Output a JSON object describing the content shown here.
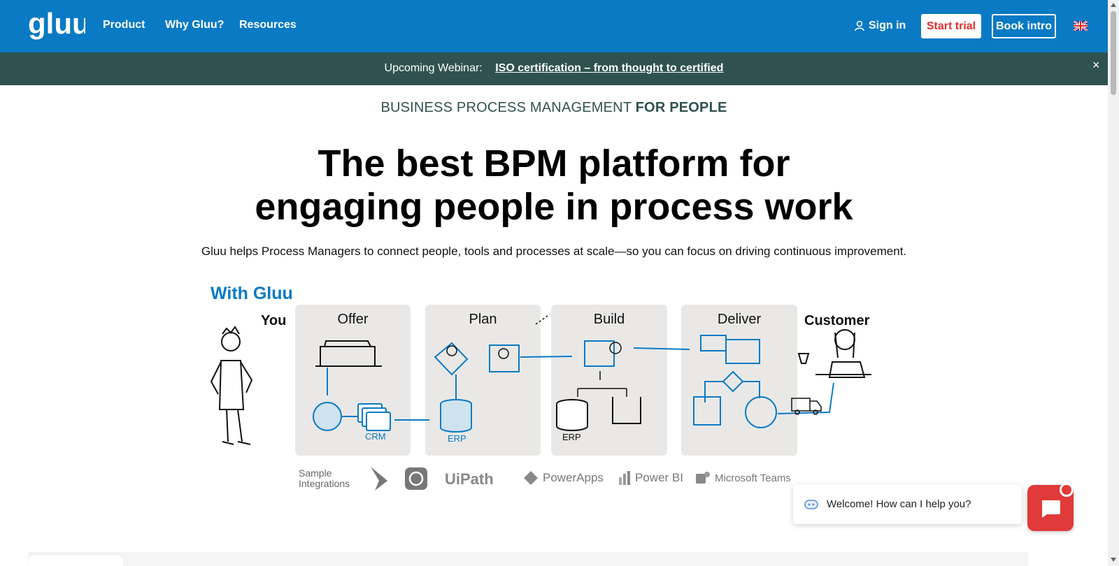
{
  "nav": {
    "logo_text": "gluu",
    "links": [
      "Product",
      "Why Gluu?",
      "Resources"
    ],
    "signin": "Sign in",
    "start_trial": "Start trial",
    "book_intro": "Book intro",
    "language_flag_icon": "uk-flag-icon"
  },
  "banner": {
    "prefix": "Upcoming Webinar:",
    "link": "ISO certification – from thought to certified",
    "close": "×"
  },
  "hero": {
    "kicker_regular": "BUSINESS PROCESS MANAGEMENT ",
    "kicker_bold": "FOR PEOPLE",
    "headline_line1": "The best BPM platform for",
    "headline_line2": "engaging people in process work",
    "subline": "Gluu helps Process Managers to connect people, tools and processes at scale—so you can focus on driving continuous improvement."
  },
  "illustration": {
    "with_gluu": "With Gluu",
    "you": "You",
    "customer": "Customer",
    "stages": [
      "Offer",
      "Plan",
      "Build",
      "Deliver"
    ],
    "labels": {
      "crm": "CRM",
      "erp_plan": "ERP",
      "erp_build": "ERP"
    }
  },
  "integrations": {
    "label_line1": "Sample",
    "label_line2": "Integrations",
    "items": [
      "UiPath",
      "PowerApps",
      "Power BI",
      "Microsoft Teams"
    ],
    "icons": [
      "dynamics-icon",
      "openai-icon",
      "uipath-logo",
      "powerapps-icon",
      "powerbi-icon",
      "teams-icon"
    ]
  },
  "chat": {
    "welcome": "Welcome! How can I help you?"
  },
  "colors": {
    "brand_blue": "#0a7ac4",
    "banner_green": "#2f5250",
    "accent_red": "#e03a3a",
    "stage_gray": "#e9e8e6"
  }
}
